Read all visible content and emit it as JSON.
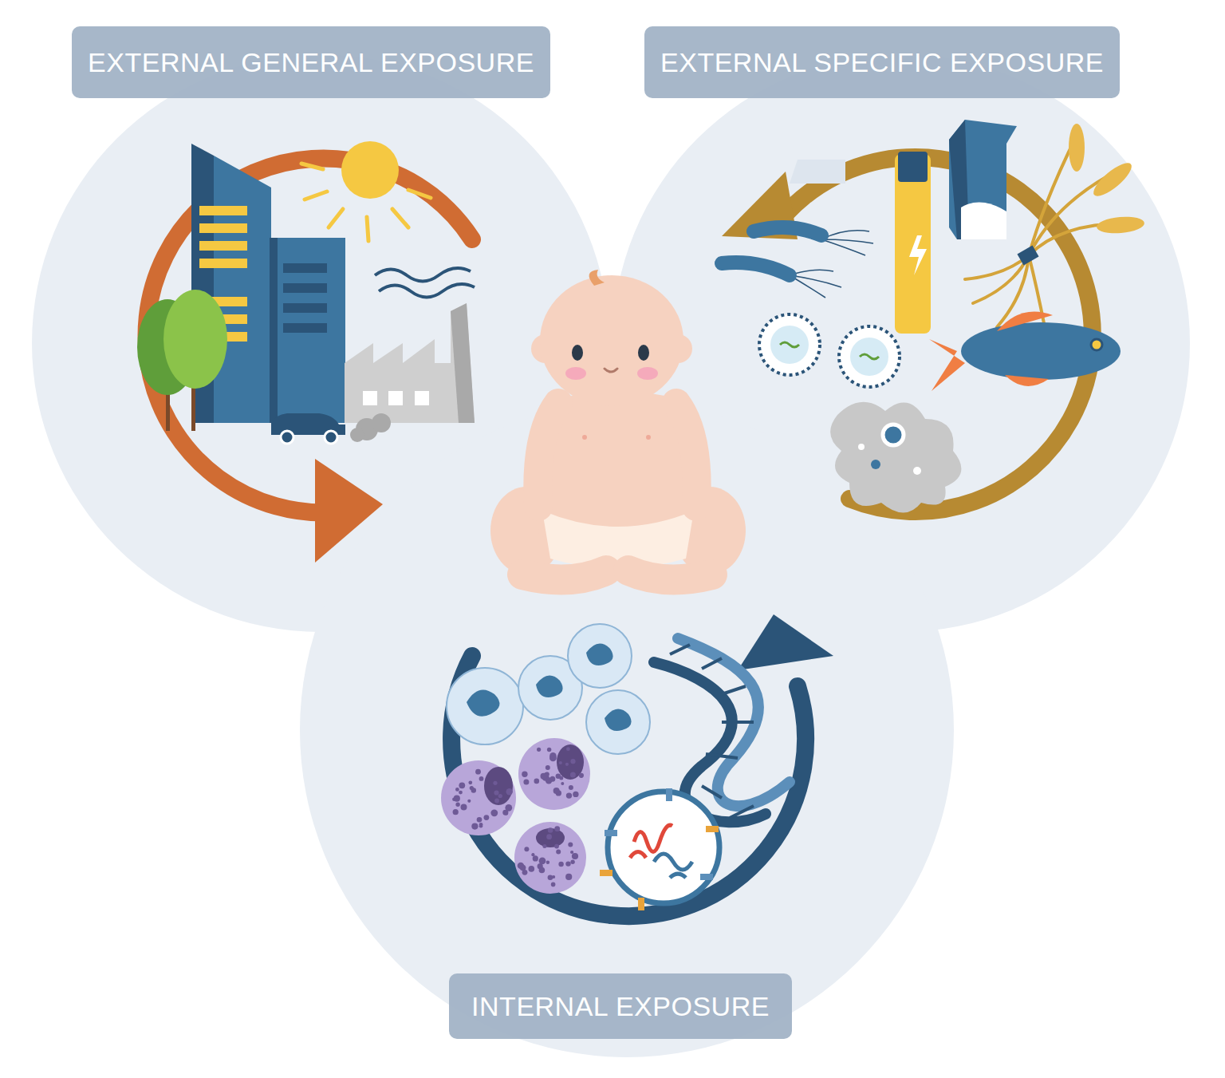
{
  "diagram": {
    "nodes": [
      {
        "text": [
          "EXTERNAL GENERAL EXPOSURE"
        ]
      },
      {
        "text": [
          "EXTERNAL SPECIFIC EXPOSURE"
        ]
      },
      {
        "text": [
          "INTERNAL EXPOSURE"
        ]
      }
    ]
  }
}
